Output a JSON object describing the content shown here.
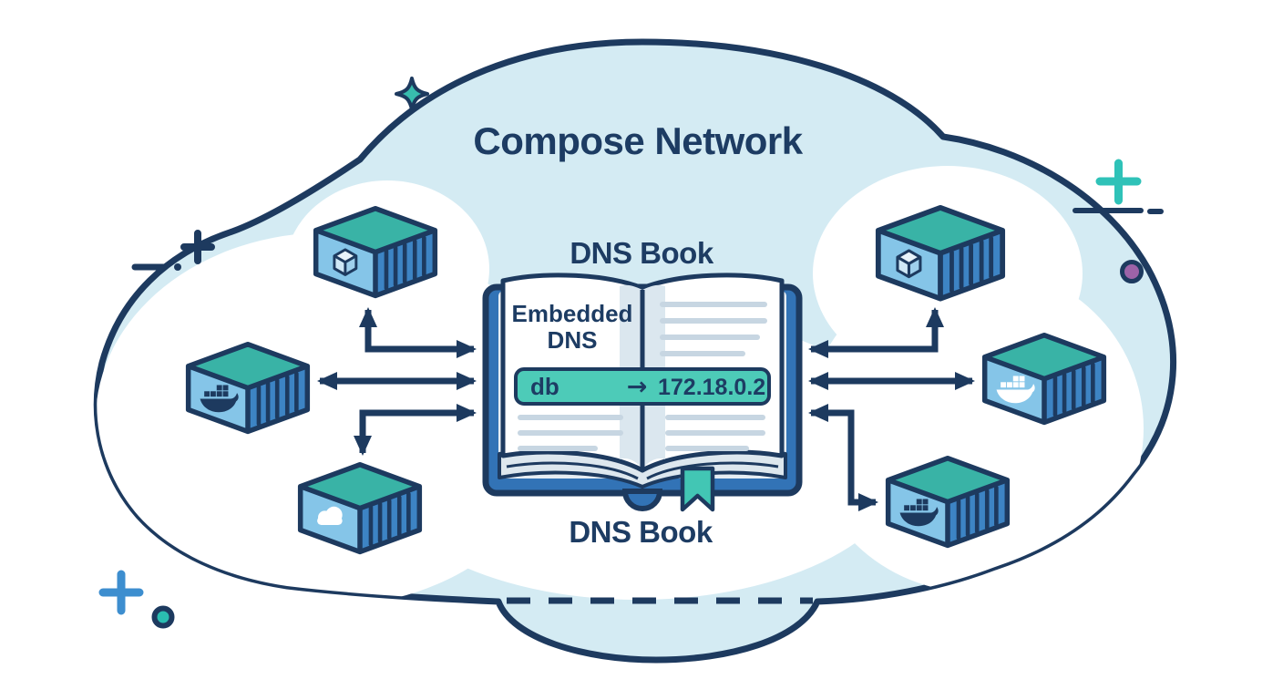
{
  "title": "Compose Network",
  "book": {
    "label_top": "DNS Book",
    "label_bottom": "DNS Book",
    "left_page_heading_line1": "Embedded",
    "left_page_heading_line2": "DNS",
    "entry": {
      "name": "db",
      "arrow": "→",
      "address": "172.18.0.2"
    }
  },
  "containers": [
    {
      "id": "top-left",
      "icon": "cube-icon"
    },
    {
      "id": "mid-left",
      "icon": "docker-whale-icon"
    },
    {
      "id": "bottom-left",
      "icon": "cloud-icon"
    },
    {
      "id": "top-right",
      "icon": "cube-icon"
    },
    {
      "id": "mid-right",
      "icon": "docker-whale-outline-icon"
    },
    {
      "id": "bottom-right",
      "icon": "docker-whale-icon"
    }
  ],
  "colors": {
    "navy_outline": "#1d3a5f",
    "text_navy": "#1d3c63",
    "cloud_fill": "#d4ebf3",
    "container_top_teal": "#39b3a6",
    "container_left_face": "#85c5e8",
    "container_right_face": "#3d84c4",
    "book_cover_blue": "#3273b6",
    "banner_teal": "#4dcbb8",
    "bookmark_teal": "#42c6b4",
    "sparkle_teal": "#38bcae",
    "accent_teal_plus": "#2fc2b8",
    "accent_blue_plus": "#3d8ecf",
    "accent_purple_dot": "#9d63a8",
    "accent_teal_dot": "#2abdb1",
    "page_line_gray": "#c7d6e2"
  }
}
